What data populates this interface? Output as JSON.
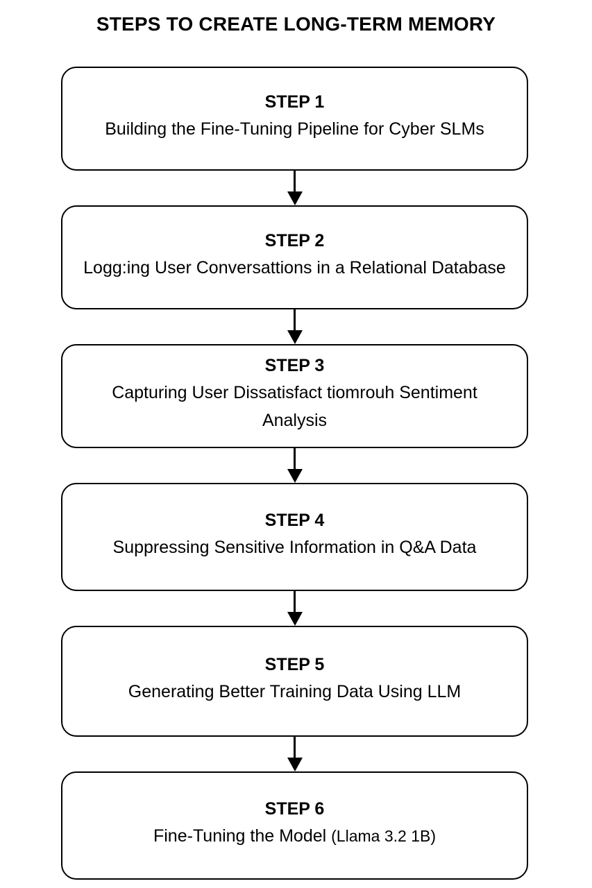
{
  "title": "STEPS TO CREATE LONG-TERM MEMORY",
  "flow": {
    "steps": [
      {
        "heading": "STEP 1",
        "body": "Building the Fine-Tuning  Pipeline for Cyber SLMs"
      },
      {
        "heading": "STEP 2",
        "body": "Logg:ing User Conversattions in a Relational Database"
      },
      {
        "heading": "STEP 3",
        "body": "Capturing User Dissatisfact tiomrouh Sentiment Analysis"
      },
      {
        "heading": "STEP 4",
        "body": "Suppressing Sensitive  Information in Q&A Data"
      },
      {
        "heading": "STEP 5",
        "body": "Generating Better Training Data Using LLM"
      },
      {
        "heading": "STEP 6",
        "body_main": "Fine-Tuning the Model ",
        "body_sub": "(Llama 3.2 1B)"
      }
    ],
    "arrow_label": ""
  },
  "chart_data": {
    "type": "diagram",
    "diagram_kind": "vertical-flowchart",
    "title": "STEPS TO CREATE LONG-TERM MEMORY",
    "orientation": "top-to-bottom",
    "node_shape": "rounded-rectangle",
    "node_count": 6,
    "edge_count": 5,
    "nodes": [
      {
        "id": "step1",
        "heading": "STEP 1",
        "text": "Building the Fine-Tuning  Pipeline for Cyber SLMs"
      },
      {
        "id": "step2",
        "heading": "STEP 2",
        "text": "Logg:ing User Conversattions in a Relational Database"
      },
      {
        "id": "step3",
        "heading": "STEP 3",
        "text": "Capturing User Dissatisfact tiomrouh Sentiment Analysis"
      },
      {
        "id": "step4",
        "heading": "STEP 4",
        "text": "Suppressing Sensitive  Information in Q&A Data"
      },
      {
        "id": "step5",
        "heading": "STEP 5",
        "text": "Generating Better Training Data Using LLM"
      },
      {
        "id": "step6",
        "heading": "STEP 6",
        "text": "Fine-Tuning the Model  (Llama 3.2 1B)"
      }
    ],
    "edges": [
      {
        "from": "step1",
        "to": "step2",
        "style": "solid-arrow"
      },
      {
        "from": "step2",
        "to": "step3",
        "style": "solid-arrow"
      },
      {
        "from": "step3",
        "to": "step4",
        "style": "solid-arrow"
      },
      {
        "from": "step4",
        "to": "step5",
        "style": "solid-arrow"
      },
      {
        "from": "step5",
        "to": "step6",
        "style": "solid-arrow"
      }
    ],
    "colors": {
      "stroke": "#000000",
      "fill": "#ffffff",
      "text": "#000000",
      "background": "#ffffff"
    }
  }
}
